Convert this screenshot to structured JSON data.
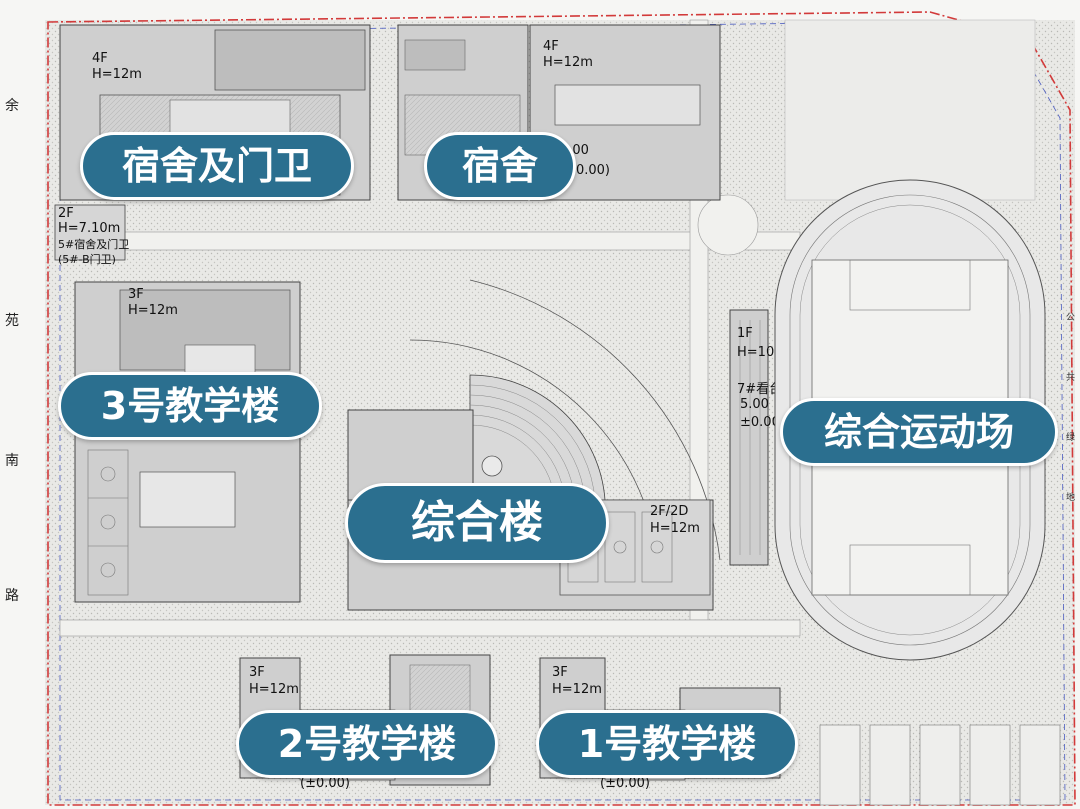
{
  "labels": {
    "dorm_gate": "宿舍及门卫",
    "dorm": "宿舍",
    "building3": "3号教学楼",
    "sports": "综合运动场",
    "complex": "综合楼",
    "building2": "2号教学楼",
    "building1": "1号教学楼"
  },
  "building_texts": {
    "b_dorm_left": [
      "4F",
      "H=12m"
    ],
    "b_dorm_right": [
      "4F",
      "H=12m"
    ],
    "b_gate": [
      "2F",
      "H=7.10m",
      "5#宿舍及门卫",
      "(5#-B门卫)"
    ],
    "b_3": [
      "3F",
      "H=12m"
    ],
    "b_stand": [
      "1F",
      "H=10.8m",
      "7#看台"
    ],
    "b_complex": [
      "2F/2D",
      "H=12m"
    ],
    "b_2": [
      "3F",
      "H=12m"
    ],
    "b_1": [
      "3F",
      "H=12m"
    ]
  },
  "elevations": {
    "dorm_right": "5.00",
    "dorm_right_b": "(±0.00)",
    "stand": "5.00",
    "stand_b": "±0.00",
    "b2": "(±0.00)",
    "b1": "(±0.00)"
  },
  "road_chars": [
    "余",
    "苑",
    "南",
    "路"
  ],
  "road_right": [
    "公",
    "共",
    "绿",
    "地"
  ],
  "colors": {
    "pill_bg": "#2b6f8f",
    "building": "#cfcfcf",
    "site_border": "#d23a3a",
    "track": "#e8e8e8"
  }
}
